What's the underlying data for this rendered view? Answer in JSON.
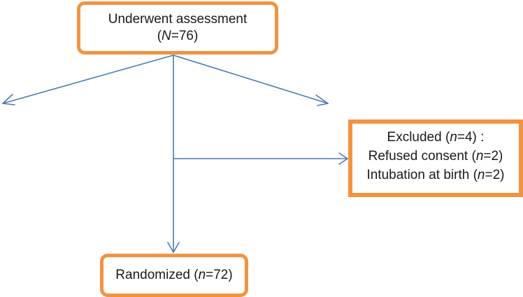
{
  "colors": {
    "box_border": "#f29340",
    "arrow": "#4a7ab5",
    "text": "#1a1a1a"
  },
  "assessment": {
    "title": "Underwent assessment",
    "count_open": "(",
    "count_var": "N",
    "count_value": "=76)"
  },
  "excluded": {
    "title_prefix": "Excluded (",
    "title_var": "n",
    "title_suffix": "=4) :",
    "reasons": [
      {
        "label": "Refused consent (",
        "var": "n",
        "suffix": "=2)"
      },
      {
        "label": "Intubation at birth (",
        "var": "n",
        "suffix": "=2)"
      }
    ]
  },
  "randomized": {
    "label": "Randomized (",
    "var": "n",
    "suffix": "=72)"
  }
}
